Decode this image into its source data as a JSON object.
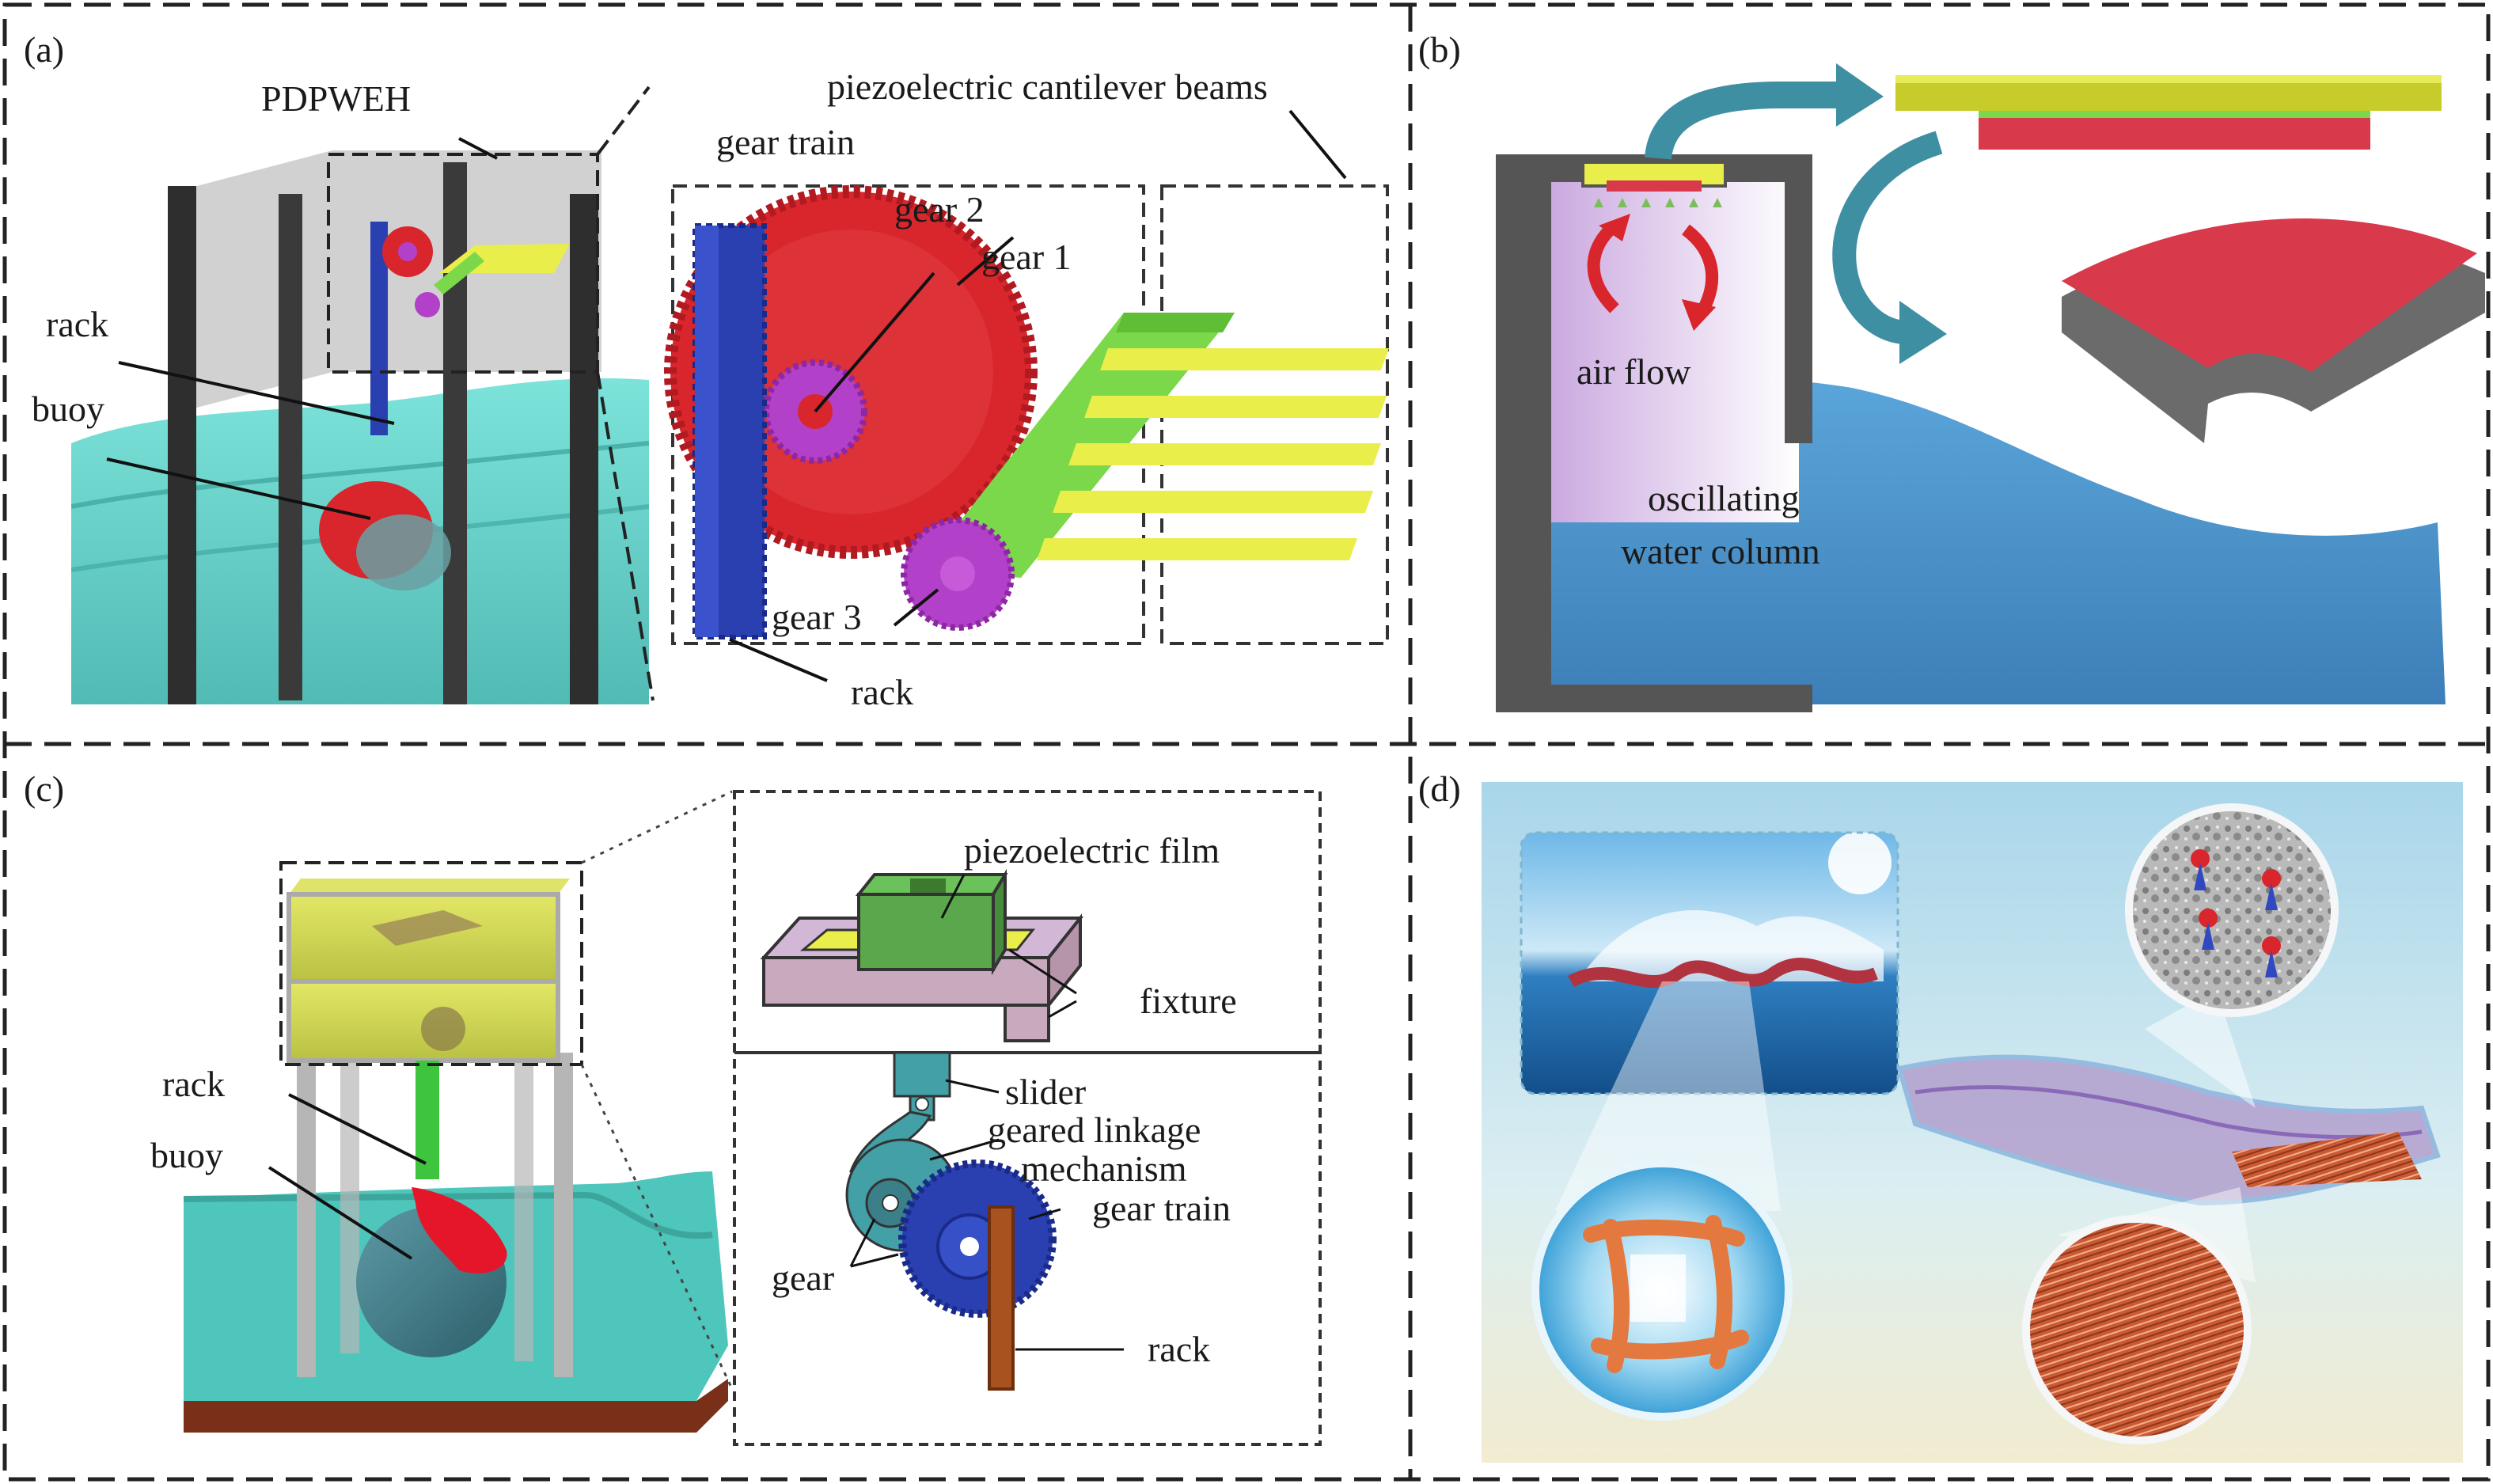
{
  "panels": [
    {
      "letter": "(a)",
      "labels": {
        "system": "PDPWEH",
        "beams": "piezoelectric cantilever beams",
        "gear_train": "gear train",
        "gear2": "gear 2",
        "gear1": "gear 1",
        "rack_left": "rack",
        "buoy": "buoy",
        "gear3": "gear 3",
        "rack_right": "rack"
      }
    },
    {
      "letter": "(b)",
      "labels": {
        "air_flow": "air flow",
        "owc_line1": "oscillating",
        "owc_line2": "water column"
      }
    },
    {
      "letter": "(c)",
      "labels": {
        "rack_left": "rack",
        "buoy": "buoy",
        "film": "piezoelectric film",
        "fixture": "fixture",
        "slider": "slider",
        "linkage_line1": "geared linkage",
        "linkage_line2": "mechanism",
        "gear_train": "gear train",
        "gear": "gear",
        "rack_right": "rack"
      }
    },
    {
      "letter": "(d)",
      "labels": {}
    }
  ],
  "colors": {
    "water": "#5fd0c8",
    "pillar": "#2e2e2e",
    "rack_blue": "#2a3fb0",
    "gear_red": "#d8262c",
    "gear_purple": "#b340c9",
    "beam_green": "#7ad84a",
    "beam_yellow": "#e9ee4a",
    "owc_blue": "#4d93cc",
    "arrow_teal": "#3f8fa3",
    "film_red": "#d83a4c",
    "box_yellow": "#cfd64a",
    "fiber_orange": "#d9673a"
  }
}
